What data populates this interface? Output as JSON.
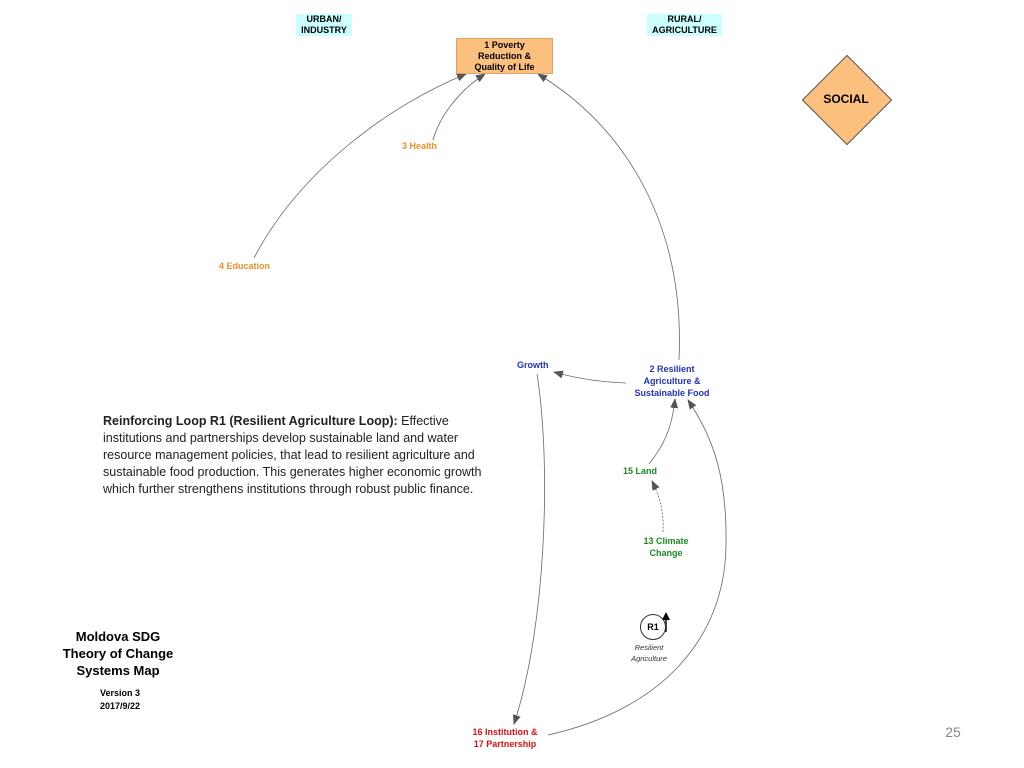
{
  "tags": {
    "urban": [
      "URBAN/",
      "INDUSTRY"
    ],
    "rural": [
      "RURAL/",
      "AGRICULTURE"
    ]
  },
  "nodes": {
    "poverty": [
      "1 Poverty",
      "Reduction &",
      "Quality of Life"
    ],
    "health": "3 Health",
    "education": "4 Education",
    "growth": "Growth",
    "resilient_agriculture": [
      "2 Resilient",
      "Agriculture &",
      "Sustainable Food"
    ],
    "land": "15 Land",
    "climate": [
      "13 Climate",
      "Change"
    ],
    "institution": [
      "16 Institution &",
      "17 Partnership"
    ]
  },
  "social_label": "SOCIAL",
  "loop": {
    "symbol": "R1",
    "caption": [
      "Resilient",
      "Agriculture"
    ],
    "description_title": "Reinforcing Loop R1 (Resilient Agriculture Loop):",
    "description_body": " Effective institutions and partnerships develop sustainable land and water resource management policies, that lead to resilient agriculture and sustainable food production. This generates higher economic growth which further strengthens institutions through robust public finance."
  },
  "title": [
    "Moldova SDG",
    "Theory of Change",
    "Systems Map"
  ],
  "version": [
    "Version 3",
    "2017/9/22"
  ],
  "page_number": "25",
  "colors": {
    "orange_text": "#e8902a",
    "blue_text": "#2233bb",
    "green_text": "#1e8a1e",
    "red_text": "#dd1111",
    "node_fill": "#fbbf7e",
    "tag_fill": "#ccffff"
  }
}
